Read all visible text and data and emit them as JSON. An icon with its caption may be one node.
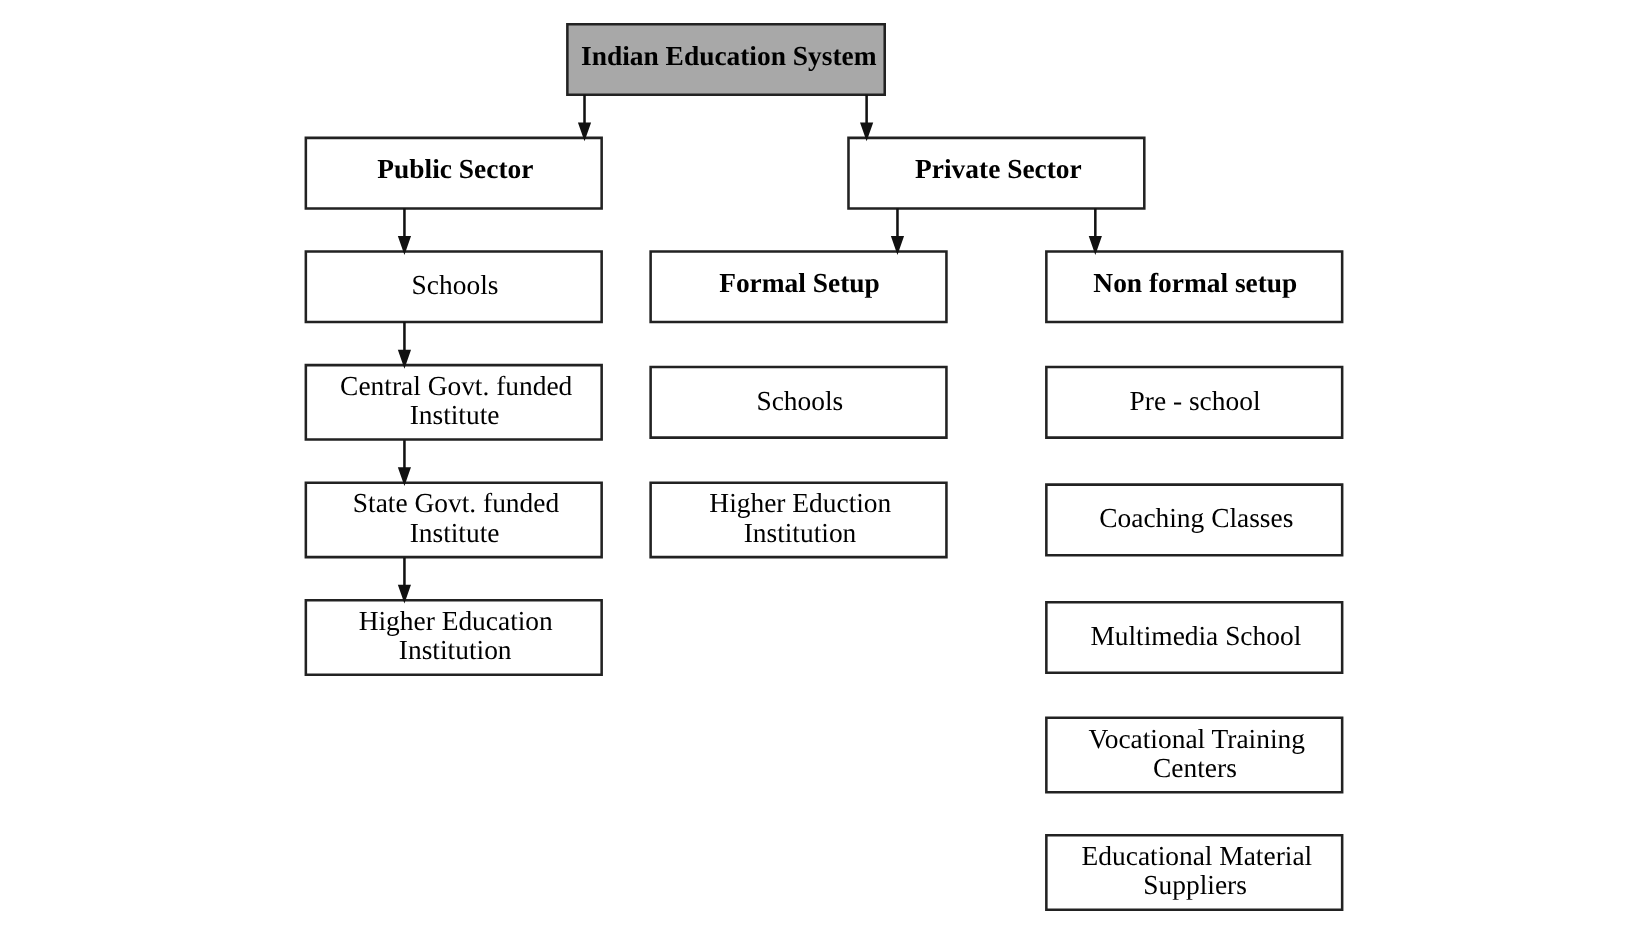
{
  "diagram": {
    "nodes": [
      {
        "text": [
          "Indian Education System"
        ]
      },
      {
        "text": [
          "Public Sector"
        ]
      },
      {
        "text": [
          "Schools"
        ]
      },
      {
        "text": [
          "Central Govt. funded Institute"
        ]
      },
      {
        "text": [
          "State Govt. funded Institute"
        ]
      },
      {
        "text": [
          "Higher Education Institution"
        ]
      },
      {
        "text": [
          "Private Sector"
        ]
      },
      {
        "text": [
          "Formal Setup"
        ]
      },
      {
        "text": [
          "Schools"
        ]
      },
      {
        "text": [
          "Higher Eduction Institution"
        ]
      },
      {
        "text": [
          "Non formal setup"
        ]
      },
      {
        "text": [
          "Pre - school"
        ]
      },
      {
        "text": [
          "Coaching Classes"
        ]
      },
      {
        "text": [
          "Multimedia School"
        ]
      },
      {
        "text": [
          "Vocational Training Centers"
        ]
      },
      {
        "text": [
          "Educational Material Suppliers"
        ]
      }
    ],
    "edges": [
      {
        "from": 0,
        "to": 1,
        "arrow": "to"
      },
      {
        "from": 0,
        "to": 6,
        "arrow": "to"
      },
      {
        "from": 1,
        "to": 2,
        "arrow": "to"
      },
      {
        "from": 2,
        "to": 3,
        "arrow": "to"
      },
      {
        "from": 3,
        "to": 4,
        "arrow": "to"
      },
      {
        "from": 4,
        "to": 5,
        "arrow": "to"
      },
      {
        "from": 6,
        "to": 7,
        "arrow": "to"
      },
      {
        "from": 6,
        "to": 10,
        "arrow": "to"
      }
    ]
  }
}
